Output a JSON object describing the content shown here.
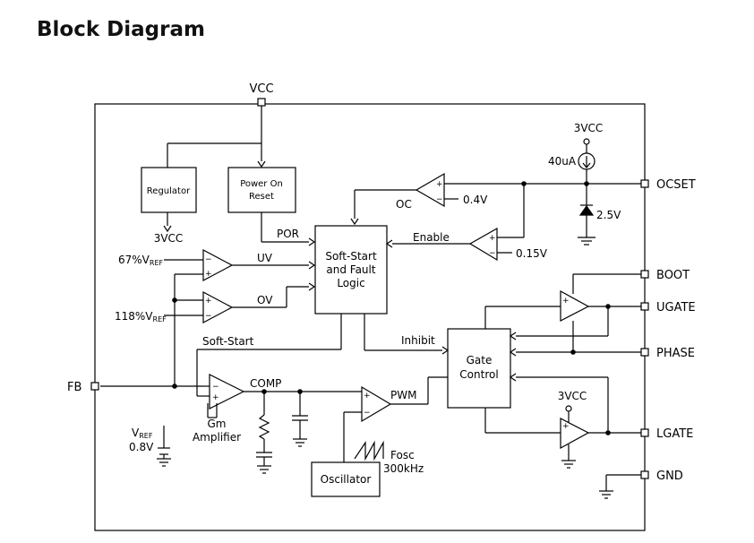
{
  "title": "Block Diagram",
  "pins": {
    "vcc": "VCC",
    "ocset": "OCSET",
    "boot": "BOOT",
    "ugate": "UGATE",
    "phase": "PHASE",
    "lgate": "LGATE",
    "gnd": "GND",
    "fb": "FB"
  },
  "blocks": {
    "regulator": "Regulator",
    "por_line1": "Power On",
    "por_line2": "Reset",
    "ssf_line1": "Soft-Start",
    "ssf_line2": "and Fault",
    "ssf_line3": "Logic",
    "gate_line1": "Gate",
    "gate_line2": "Control",
    "oscillator": "Oscillator"
  },
  "labels": {
    "reg_out": "3VCC",
    "src_3vcc": "3VCC",
    "current": "40uA",
    "zener": "2.5V",
    "oc": "OC",
    "oc_ref": "0.4V",
    "enable": "Enable",
    "en_ref": "0.15V",
    "por": "POR",
    "uv_ref_main": "67%V",
    "uv_ref_sub": "REF",
    "ov_ref_main": "118%V",
    "ov_ref_sub": "REF",
    "uv": "UV",
    "ov": "OV",
    "softstart": "Soft-Start",
    "inhibit": "Inhibit",
    "comp": "COMP",
    "pwm": "PWM",
    "gm1": "Gm",
    "gm2": "Amplifier",
    "vref_main": "V",
    "vref_sub": "REF",
    "vref_val": "0.8V",
    "fosc": "Fosc",
    "fosc_val": "300kHz",
    "lg_3vcc": "3VCC"
  },
  "signs": {
    "plus": "+",
    "minus": "−"
  }
}
